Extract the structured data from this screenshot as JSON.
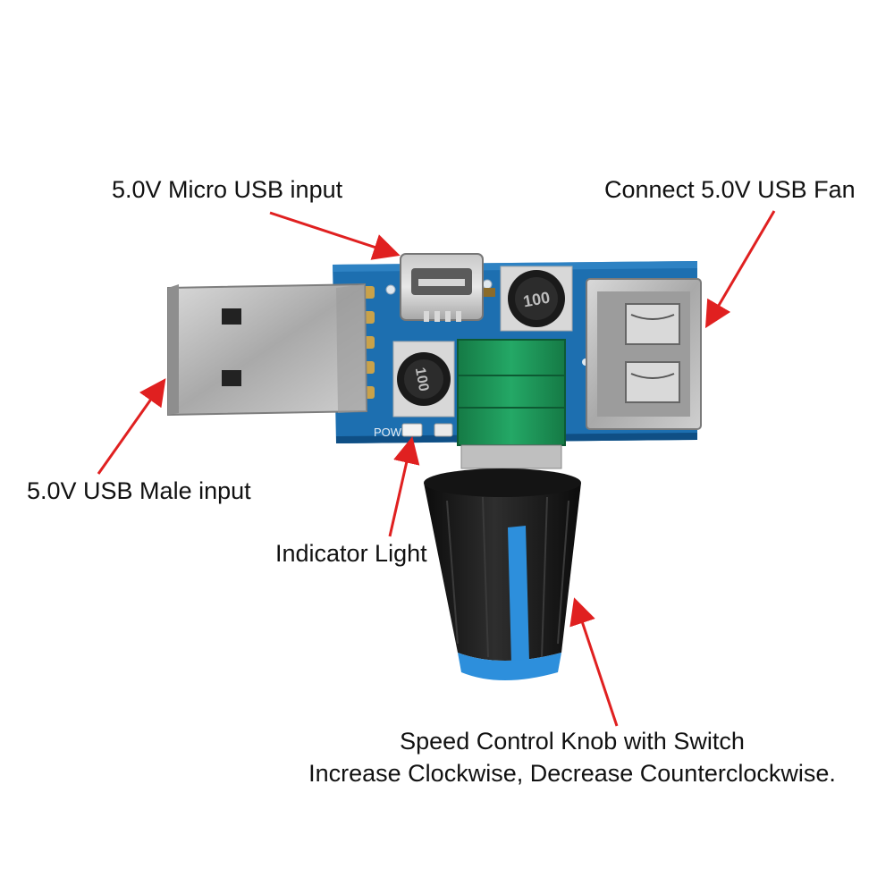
{
  "labels": {
    "micro_usb": "5.0V Micro USB input",
    "fan_output": "Connect 5.0V USB Fan",
    "male_input": "5.0V USB Male input",
    "indicator": "Indicator Light",
    "knob_line1": "Speed Control Knob with Switch",
    "knob_line2": "Increase Clockwise, Decrease Counterclockwise."
  },
  "pcb_silkscreen": {
    "inductor_marking": "100",
    "power_marking": "POW"
  },
  "colors": {
    "arrow": "#e02020",
    "pcb": "#1d6fb0",
    "potentiometer": "#1f9a5a",
    "knob_body": "#1a1a1a",
    "knob_stripe": "#2d8fdc"
  }
}
